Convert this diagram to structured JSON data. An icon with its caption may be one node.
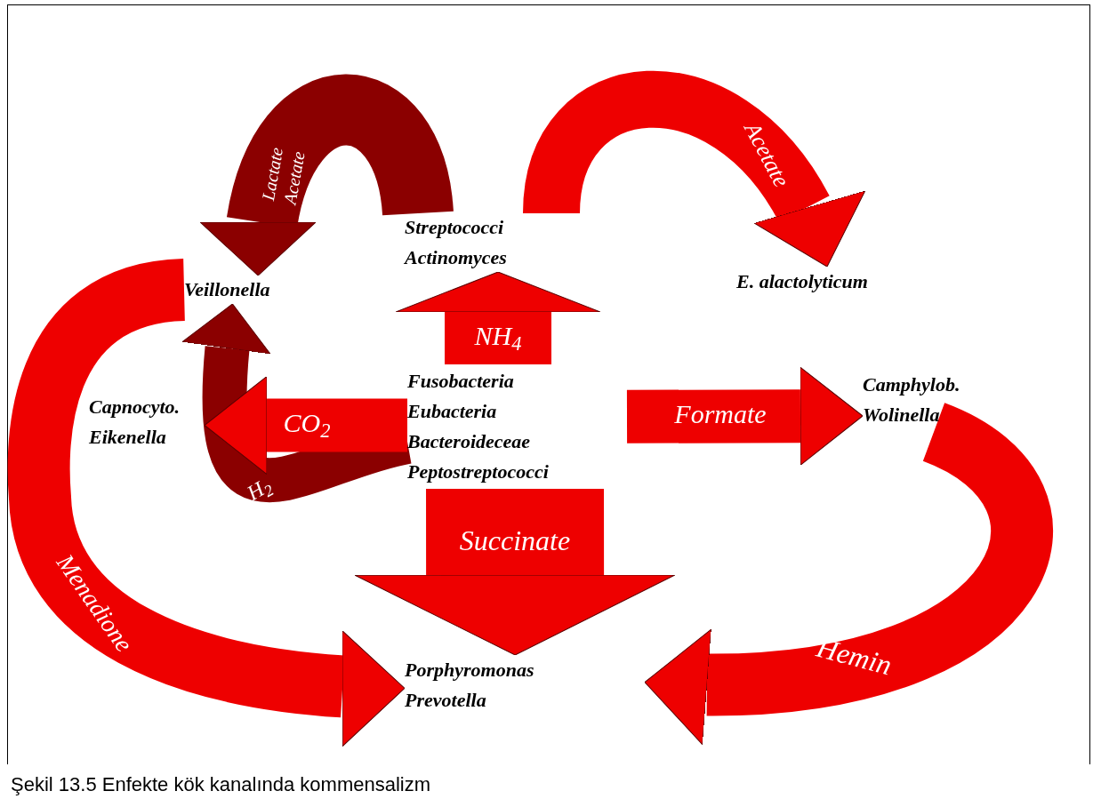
{
  "diagram": {
    "caption": "Şekil 13.5 Enfekte kök kanalında kommensalizm",
    "nodes": [
      {
        "text": [
          "Streptococci",
          "Actinomyces"
        ]
      },
      {
        "text": [
          "Veillonella"
        ]
      },
      {
        "text": [
          "E. alactolyticum"
        ]
      },
      {
        "text": [
          "Capnocyto.",
          "Eikenella"
        ]
      },
      {
        "text": [
          "Fusobacteria",
          "Eubacteria",
          "Bacteroideceae",
          "Peptostreptococci"
        ]
      },
      {
        "text": [
          "Camphylob.",
          "Wolinella"
        ]
      },
      {
        "text": [
          "Porphyromonas",
          "Prevotella"
        ]
      }
    ],
    "edges": [
      {
        "from": 0,
        "to": 1,
        "arrow": "to",
        "label": "Lactate Acetate",
        "color": "#8b0000"
      },
      {
        "from": 0,
        "to": 2,
        "arrow": "to",
        "label": "Acetate"
      },
      {
        "from": 4,
        "to": 0,
        "arrow": "to",
        "label": "NH$_{4}$"
      },
      {
        "from": 4,
        "to": 1,
        "arrow": "to",
        "label": "H$_{2}$",
        "color": "#8b0000"
      },
      {
        "from": 4,
        "to": 3,
        "arrow": "to",
        "label": "CO$_{2}$"
      },
      {
        "from": 4,
        "to": 5,
        "arrow": "to",
        "label": "Formate"
      },
      {
        "from": 4,
        "to": 6,
        "arrow": "to",
        "label": "Succinate"
      },
      {
        "from": 5,
        "to": 6,
        "arrow": "to",
        "label": "Hemin"
      },
      {
        "from": 1,
        "to": 6,
        "arrow": "to",
        "label": "Menadione"
      }
    ]
  }
}
